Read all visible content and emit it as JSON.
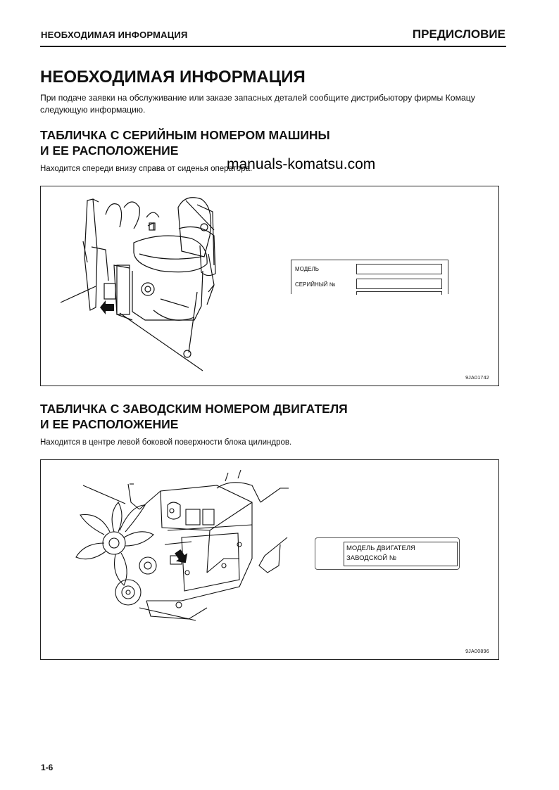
{
  "header": {
    "section_left": "НЕОБХОДИМАЯ ИНФОРМАЦИЯ",
    "section_right": "ПРЕДИСЛОВИЕ"
  },
  "title": "НЕОБХОДИМАЯ ИНФОРМАЦИЯ",
  "intro": "При подаче заявки на обслуживание или заказе запасных деталей сообщите дистрибьютору фирмы Комацу следующую информацию.",
  "watermark": "manuals-komatsu.com",
  "section1": {
    "heading_line1": "ТАБЛИЧКА С СЕРИЙНЫМ НОМЕРОМ МАШИНЫ",
    "heading_line2": "И ЕЕ РАСПОЛОЖЕНИЕ",
    "note": "Находится спереди внизу справа от сиденья оператора.",
    "plate": {
      "model_label": "МОДЕЛЬ",
      "serial_label": "СЕРИЙНЫЙ №"
    },
    "figure_id": "9JA01742",
    "icons": [
      "seat-illustration",
      "arrow-icon"
    ]
  },
  "section2": {
    "heading_line1": "ТАБЛИЧКА С ЗАВОДСКИМ НОМЕРОМ ДВИГАТЕЛЯ",
    "heading_line2": "И ЕЕ РАСПОЛОЖЕНИЕ",
    "note": "Находится в центре левой боковой поверхности блока цилиндров.",
    "plate": {
      "line1": "МОДЕЛЬ ДВИГАТЕЛЯ",
      "line2": "ЗАВОДСКОЙ №"
    },
    "figure_id": "9JA00896",
    "icons": [
      "engine-illustration",
      "arrow-icon"
    ]
  },
  "page_number": "1-6"
}
